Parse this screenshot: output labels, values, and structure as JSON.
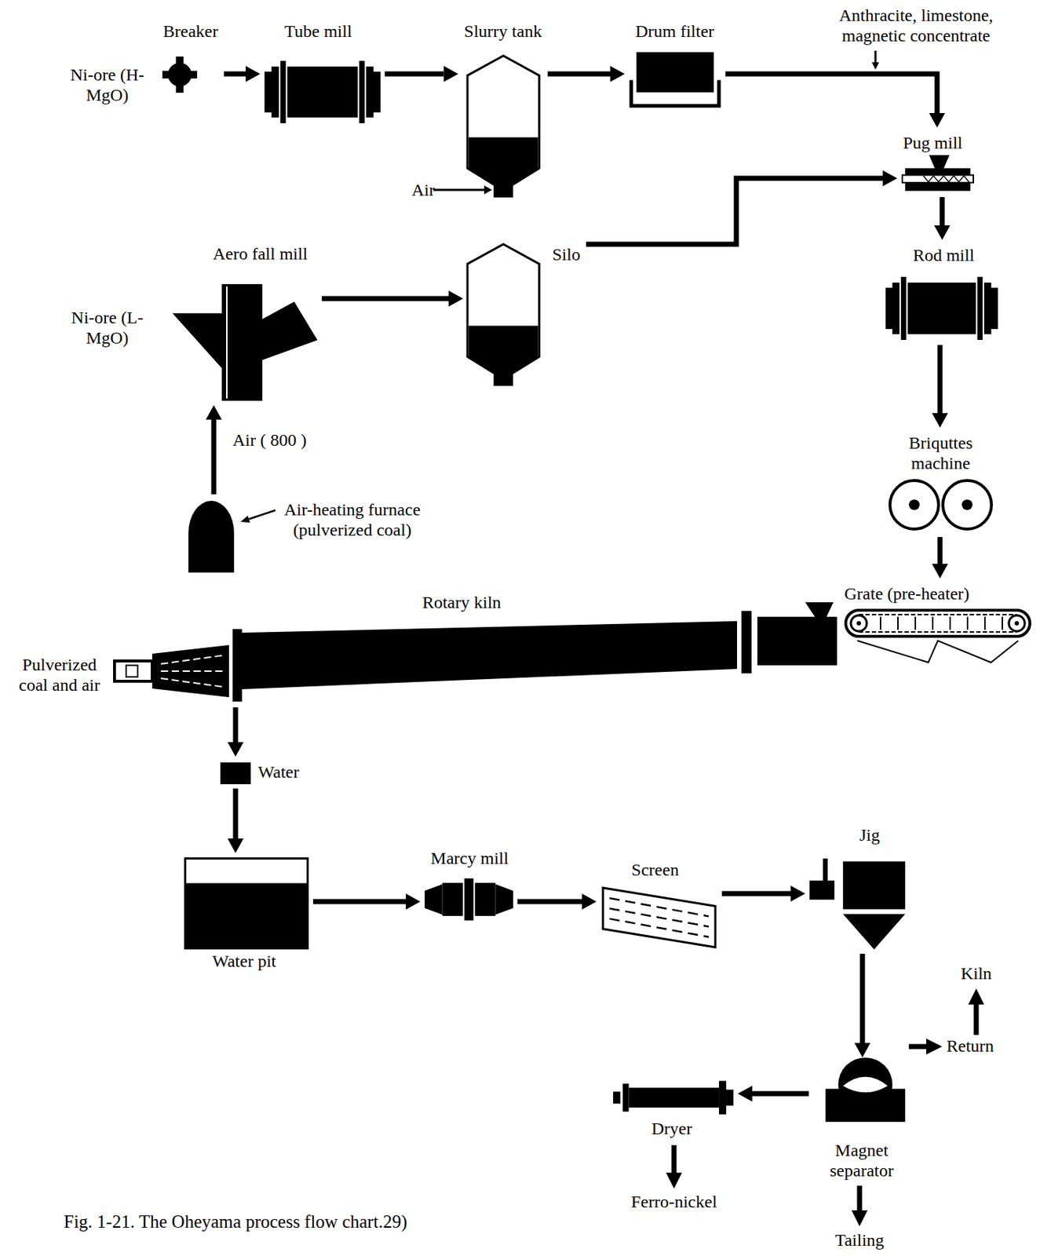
{
  "diagram": {
    "caption": "Fig. 1-21. The Oheyama process flow chart.29)",
    "nodes": [
      {
        "text": [
          "Breaker"
        ]
      },
      {
        "text": [
          "Tube mill"
        ]
      },
      {
        "text": [
          "Slurry tank"
        ]
      },
      {
        "text": [
          "Drum filter"
        ]
      },
      {
        "text": [
          "Pug mill"
        ]
      },
      {
        "text": [
          "Aero fall mill"
        ]
      },
      {
        "text": [
          "Silo"
        ]
      },
      {
        "text": [
          "Air-heating furnace (pulverized coal)"
        ]
      },
      {
        "text": [
          "Rod mill"
        ]
      },
      {
        "text": [
          "Briquttes machine"
        ]
      },
      {
        "text": [
          "Grate (pre-heater)"
        ]
      },
      {
        "text": [
          "Rotary kiln"
        ]
      },
      {
        "text": [
          "Water"
        ]
      },
      {
        "text": [
          "Water pit"
        ]
      },
      {
        "text": [
          "Marcy mill"
        ]
      },
      {
        "text": [
          "Screen"
        ]
      },
      {
        "text": [
          "Jig"
        ]
      },
      {
        "text": [
          "Magnet separator"
        ]
      },
      {
        "text": [
          "Dryer"
        ]
      }
    ],
    "edges": [
      {
        "from": 0,
        "to": 1,
        "arrow": "to"
      },
      {
        "from": 1,
        "to": 2,
        "arrow": "to"
      },
      {
        "from": 2,
        "to": 3,
        "arrow": "to"
      },
      {
        "from": 3,
        "to": 4,
        "arrow": "to"
      },
      {
        "from": 5,
        "to": 6,
        "arrow": "to"
      },
      {
        "from": 7,
        "to": 5,
        "label": "Air ( 800 )",
        "arrow": "to"
      },
      {
        "from": 6,
        "to": 4,
        "arrow": "to"
      },
      {
        "from": 4,
        "to": 8,
        "arrow": "to"
      },
      {
        "from": 8,
        "to": 9,
        "arrow": "to"
      },
      {
        "from": 9,
        "to": 10,
        "arrow": "to"
      },
      {
        "from": 11,
        "to": 12,
        "arrow": "to"
      },
      {
        "from": 12,
        "to": 13,
        "arrow": "to"
      },
      {
        "from": 13,
        "to": 14,
        "arrow": "to"
      },
      {
        "from": 14,
        "to": 15,
        "arrow": "to"
      },
      {
        "from": 15,
        "to": 16,
        "arrow": "to"
      },
      {
        "from": 16,
        "to": 17,
        "arrow": "to"
      },
      {
        "from": 17,
        "to": 18,
        "arrow": "to"
      }
    ],
    "labels": [
      "Ni-ore (H-MgO)",
      "Anthracite, limestone, magnetic concentrate",
      "Air",
      "Ni-ore (L-MgO)",
      "Pulverized coal and air",
      "Kiln",
      "Return",
      "Ferro-nickel",
      "Tailing"
    ]
  }
}
